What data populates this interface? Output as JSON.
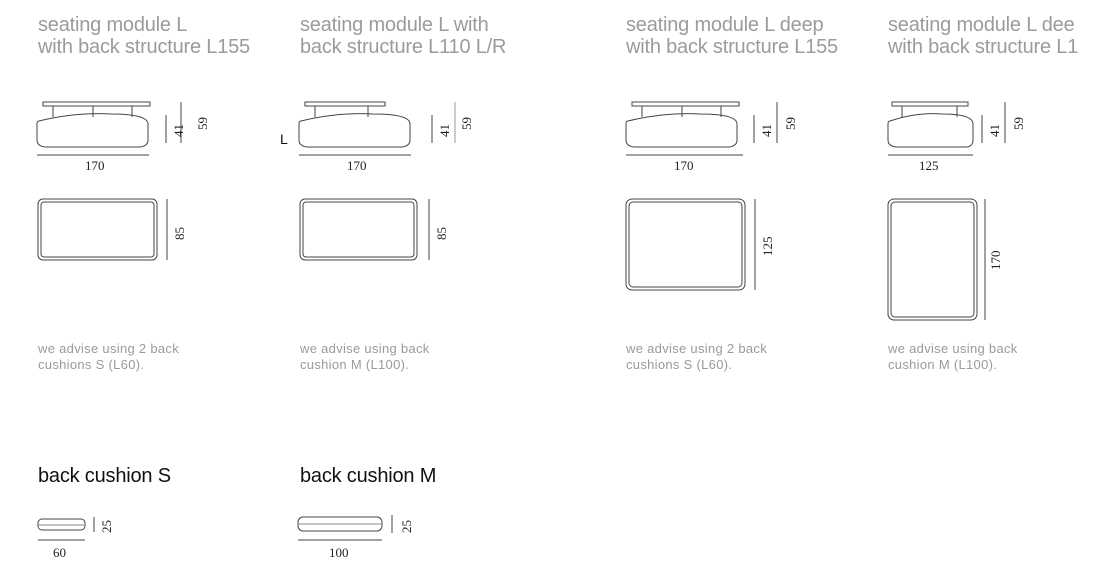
{
  "modules": [
    {
      "title_1": "seating module L",
      "title_2": "with back structure L155",
      "width": "170",
      "seat_height": "41",
      "total_height": "59",
      "depth": "85",
      "note_1": "we advise using 2 back",
      "note_2": "cushions S (L60)."
    },
    {
      "title_1": "seating module L with",
      "title_2": "back structure L110 L/R",
      "side_label": "L",
      "width": "170",
      "seat_height": "41",
      "total_height": "59",
      "depth": "85",
      "note_1": "we advise using back",
      "note_2": "cushion M (L100)."
    },
    {
      "title_1": "seating module L deep",
      "title_2": "with back structure  L155",
      "width": "170",
      "seat_height": "41",
      "total_height": "59",
      "depth": "125",
      "note_1": "we advise using 2 back",
      "note_2": "cushions S (L60)."
    },
    {
      "title_1": "seating module L dee",
      "title_2": "with back structure L1",
      "width": "125",
      "seat_height": "41",
      "total_height": "59",
      "depth": "170",
      "note_1": "we advise using back",
      "note_2": "cushion M (L100)."
    }
  ],
  "cushions": [
    {
      "title": "back cushion S",
      "width": "60",
      "height": "25"
    },
    {
      "title": "back cushion M",
      "width": "100",
      "height": "25"
    }
  ]
}
